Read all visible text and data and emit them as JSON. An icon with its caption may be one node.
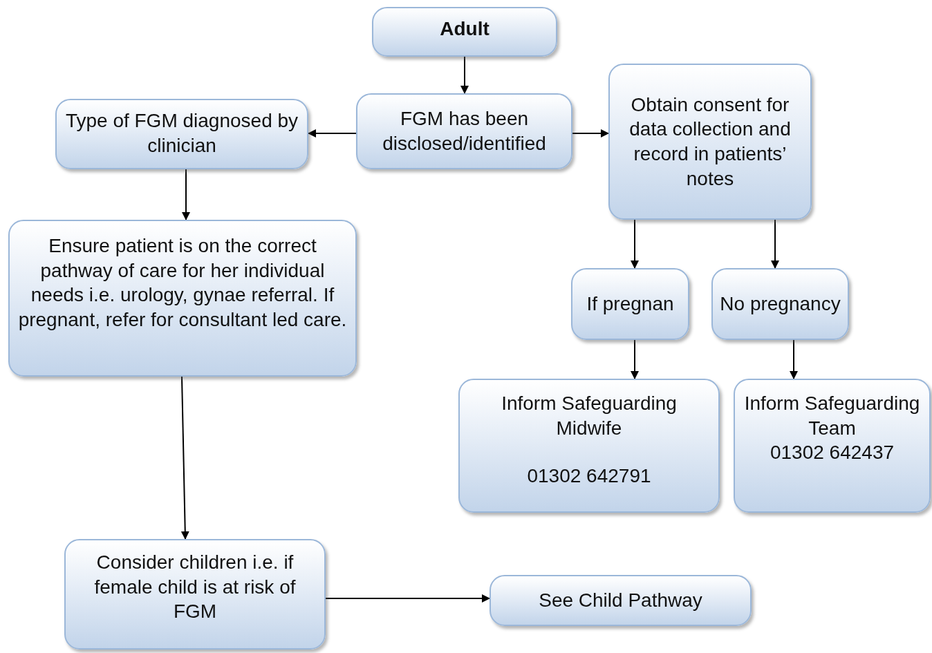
{
  "diagram": {
    "nodes": [
      {
        "text": [
          "Adult"
        ]
      },
      {
        "text": [
          "FGM has been disclosed/identified"
        ]
      },
      {
        "text": [
          "Type of FGM diagnosed by clinician"
        ]
      },
      {
        "text": [
          "Obtain consent for data collection and record in patients’ notes"
        ]
      },
      {
        "text": [
          "Ensure patient is on the correct pathway of care for her individual needs i.e. urology, gynae referral.  If pregnant, refer for consultant led care."
        ]
      },
      {
        "text": [
          "If pregnan"
        ]
      },
      {
        "text": [
          "No pregnancy"
        ]
      },
      {
        "text": [
          "Inform Safeguarding Midwife",
          "01302 642791"
        ]
      },
      {
        "text": [
          "Inform Safeguarding Team",
          "01302 642437"
        ]
      },
      {
        "text": [
          "Consider children i.e. if female child is at risk of FGM"
        ]
      },
      {
        "text": [
          "See Child Pathway"
        ]
      }
    ],
    "edges": [
      {
        "from": 0,
        "to": 1,
        "arrow": "to"
      },
      {
        "from": 1,
        "to": 2,
        "arrow": "to"
      },
      {
        "from": 1,
        "to": 3,
        "arrow": "to"
      },
      {
        "from": 2,
        "to": 4,
        "arrow": "to"
      },
      {
        "from": 3,
        "to": 5,
        "arrow": "to"
      },
      {
        "from": 3,
        "to": 6,
        "arrow": "to"
      },
      {
        "from": 5,
        "to": 7,
        "arrow": "to"
      },
      {
        "from": 6,
        "to": 8,
        "arrow": "to"
      },
      {
        "from": 4,
        "to": 9,
        "arrow": "to"
      },
      {
        "from": 9,
        "to": 10,
        "arrow": "to"
      }
    ]
  }
}
